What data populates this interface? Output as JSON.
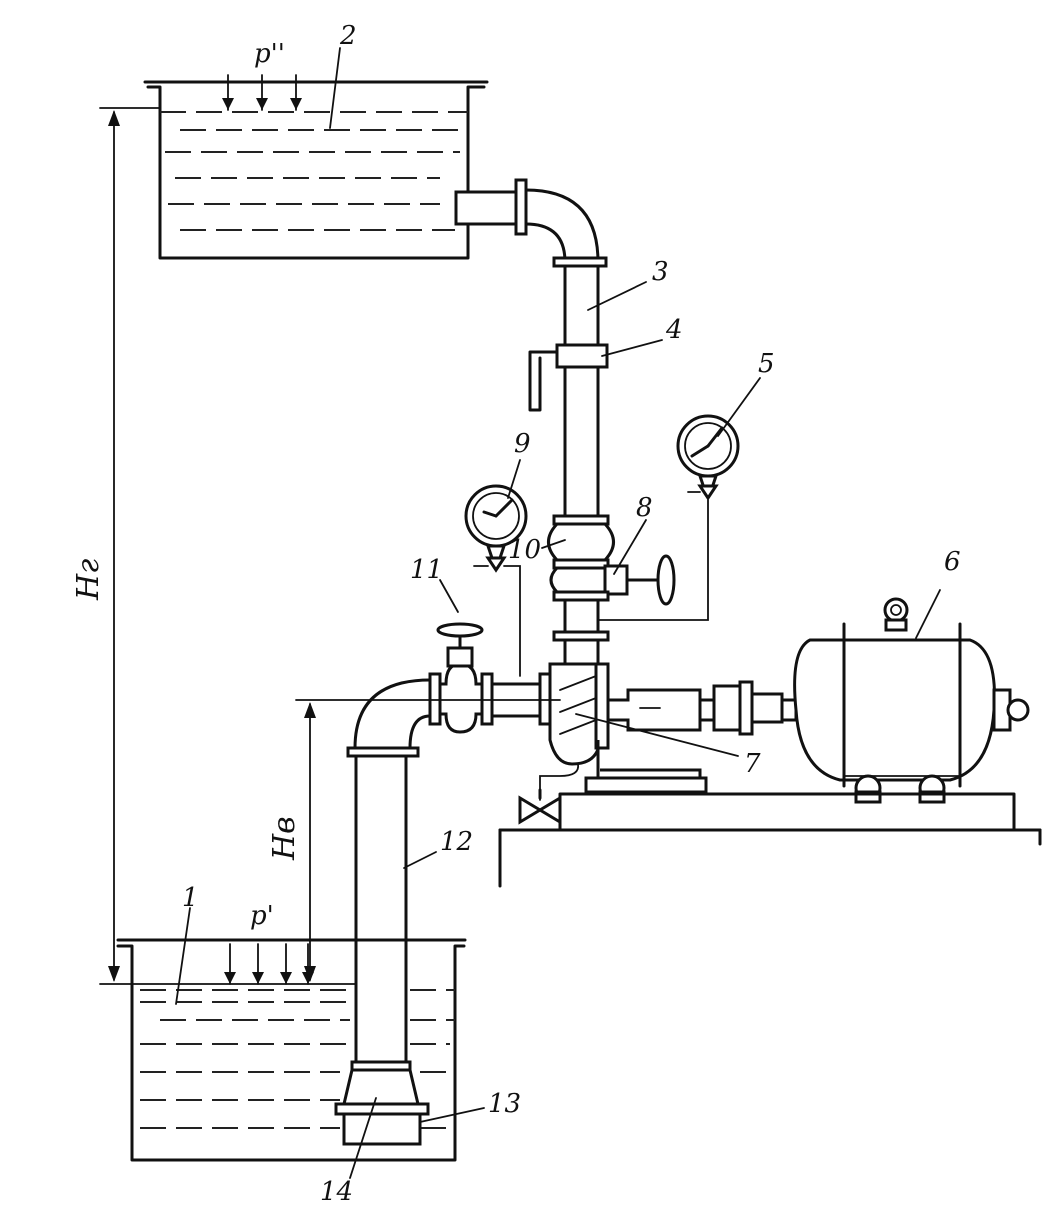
{
  "labels": {
    "p_upper": "p''",
    "p_lower": "p'",
    "H_g": "Hг",
    "H_v": "Hв",
    "n1": "1",
    "n2": "2",
    "n3": "3",
    "n4": "4",
    "n5": "5",
    "n6": "6",
    "n7": "7",
    "n8": "8",
    "n9": "9",
    "n10": "10",
    "n11": "11",
    "n12": "12",
    "n13": "13",
    "n14": "14"
  },
  "colors": {
    "ink": "#111111",
    "paper": "#ffffff"
  }
}
